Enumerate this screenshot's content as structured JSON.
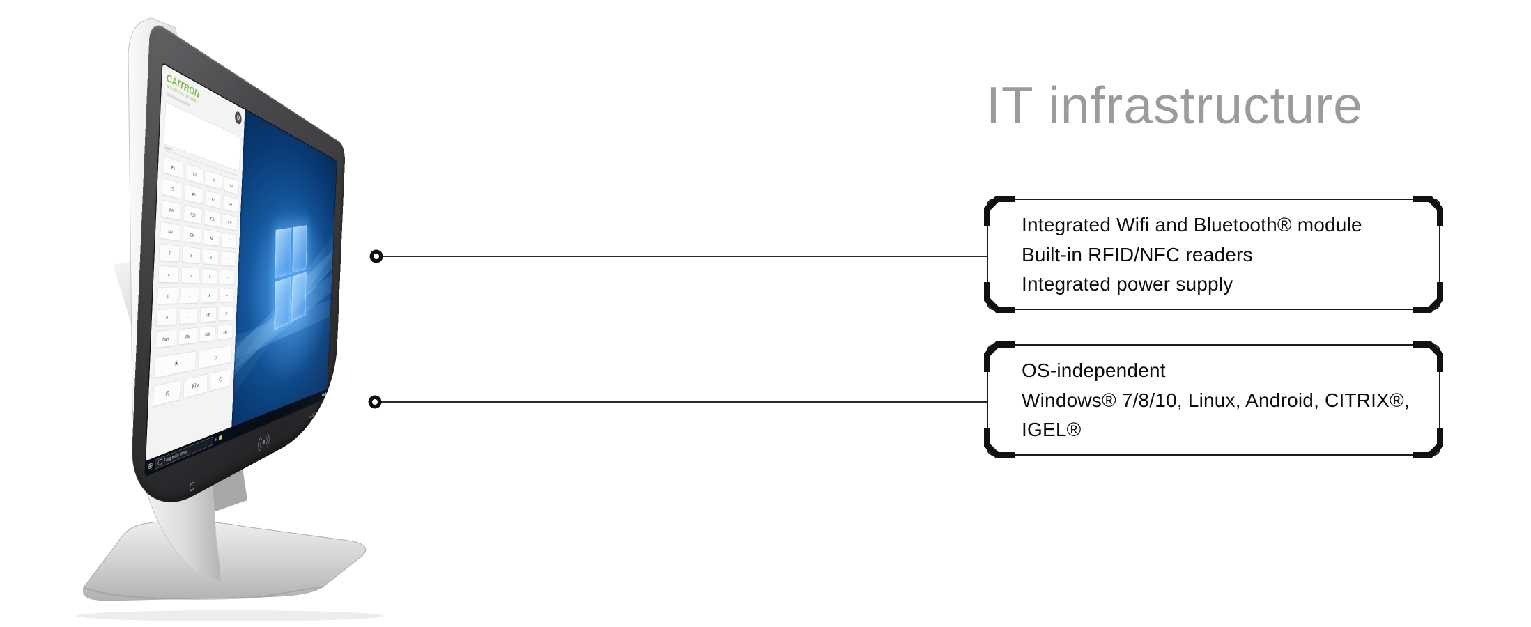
{
  "heading": {
    "text": "IT infrastructure",
    "color": "#9b9b9b"
  },
  "callouts": [
    {
      "lines": [
        "Integrated Wifi and Bluetooth® module",
        "Built-in RFID/NFC readers",
        "Integrated power supply"
      ]
    },
    {
      "lines": [
        "OS-independent",
        "Windows® 7/8/10, Linux, Android, CITRIX®,",
        "IGEL®"
      ]
    }
  ],
  "device": {
    "sidebar": {
      "brand": "CAITRON",
      "brand_sub": "INDUSTRIAL SYSTEMS",
      "gear_icon": "⚙",
      "function_keys": [
        [
          "F1",
          "F2",
          "F3",
          "F4"
        ],
        [
          "F5",
          "F6",
          "F7",
          "F8"
        ],
        [
          "F9",
          "F10",
          "F11",
          "F12"
        ]
      ],
      "numpad": [
        [
          "NP",
          "OK",
          "AC",
          "/"
        ],
        [
          "7",
          "8",
          "9",
          "*"
        ],
        [
          "4",
          "5",
          "6",
          "-"
        ],
        [
          "1",
          "2",
          "3",
          "+"
        ],
        [
          "0",
          ".",
          "⌫",
          "⏎"
        ]
      ],
      "mode_keys": [
        "Num",
        "Abc",
        "Calc",
        "Info"
      ],
      "brightness_keys": [
        "☀",
        "☼"
      ],
      "power_keys": [
        "◷",
        "KIM",
        "⏻"
      ]
    },
    "taskbar": {
      "start_icon": "⊞",
      "search_text": "Frag mich etwas",
      "edge_icon": "e",
      "tray_colors": [
        "#4fa8e8",
        "#e9c94f",
        "#58d6e8"
      ]
    },
    "bezel": {
      "brand": "CAITRON",
      "logo_mark": "C"
    }
  },
  "colors": {
    "brand_green": "#6cb32b",
    "heading_gray": "#9b9b9b",
    "annotation_line": "#2b2b2b",
    "wallpaper_deep": "#051c3c",
    "wallpaper_glow": "#63b0f0",
    "metal_light": "#f6f6f6",
    "metal_dark": "#9f9f9f"
  }
}
